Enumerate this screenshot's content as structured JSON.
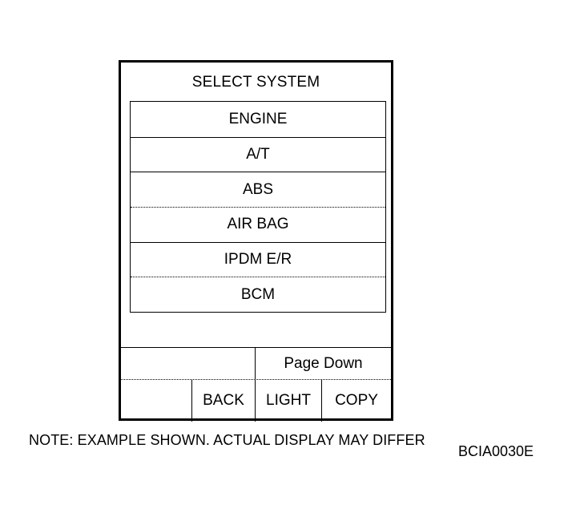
{
  "screen": {
    "title": "SELECT SYSTEM",
    "menu_items": [
      {
        "label": "ENGINE"
      },
      {
        "label": "A/T"
      },
      {
        "label": "ABS"
      },
      {
        "label": "AIR BAG"
      },
      {
        "label": "IPDM E/R"
      },
      {
        "label": "BCM"
      }
    ],
    "page_down_label": "Page Down",
    "buttons": {
      "back": "BACK",
      "light": "LIGHT",
      "copy": "COPY"
    }
  },
  "note": "NOTE: EXAMPLE SHOWN. ACTUAL DISPLAY MAY DIFFER",
  "figure_code": "BCIA0030E"
}
